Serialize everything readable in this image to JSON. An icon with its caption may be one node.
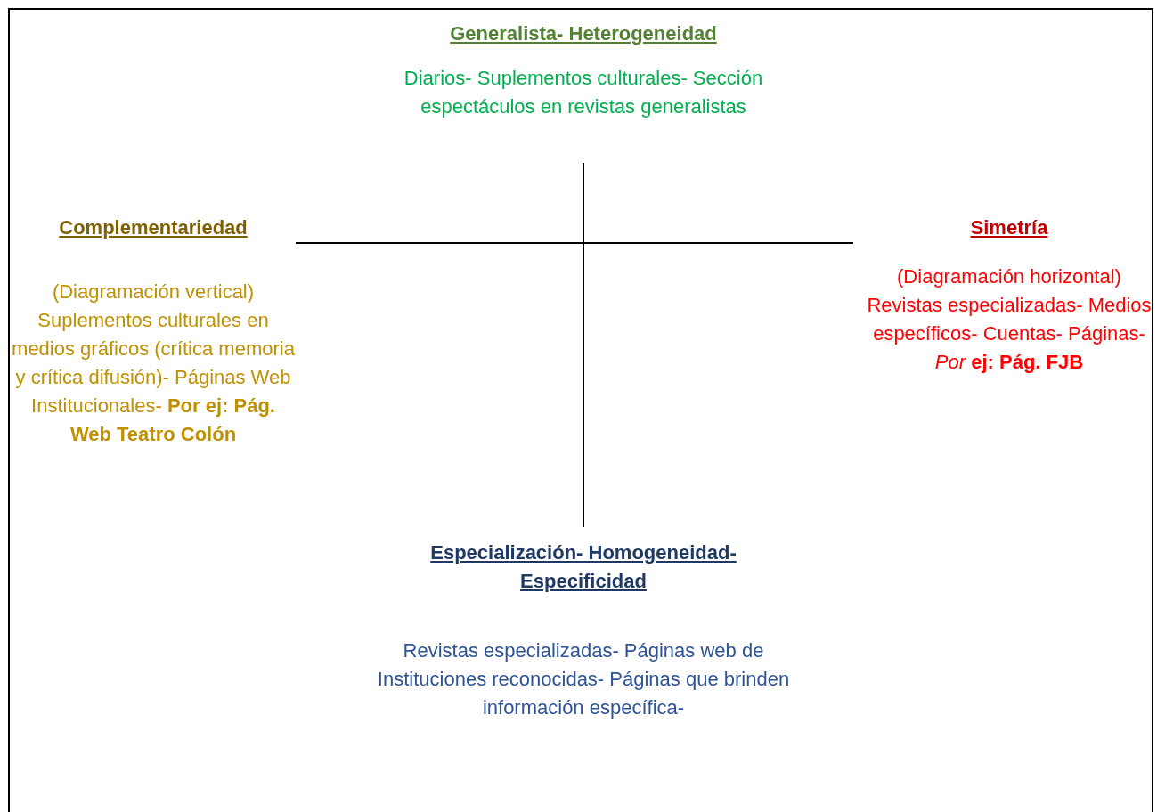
{
  "diagram": {
    "labels": [
      "Generalista- Heterogeneidad",
      "Diarios- Suplementos culturales- Sección espectáculos en revistas generalistas",
      "Complementariedad",
      "Simetría",
      "(Diagramación vertical) Suplementos culturales en medios gráficos (crítica memoria y crítica difusión)- Páginas Web Institucionales- **Por ej: Pág. Web Teatro Colón**",
      "(Diagramación horizontal) Revistas especializadas- Medios específicos- Cuentas- Páginas- *Por* **ej: Pág. FJB**",
      "Especialización- Homogeneidad- Especificidad",
      "Revistas especializadas- Páginas web de Instituciones reconocidas- Páginas que brinden información específica-"
    ]
  }
}
